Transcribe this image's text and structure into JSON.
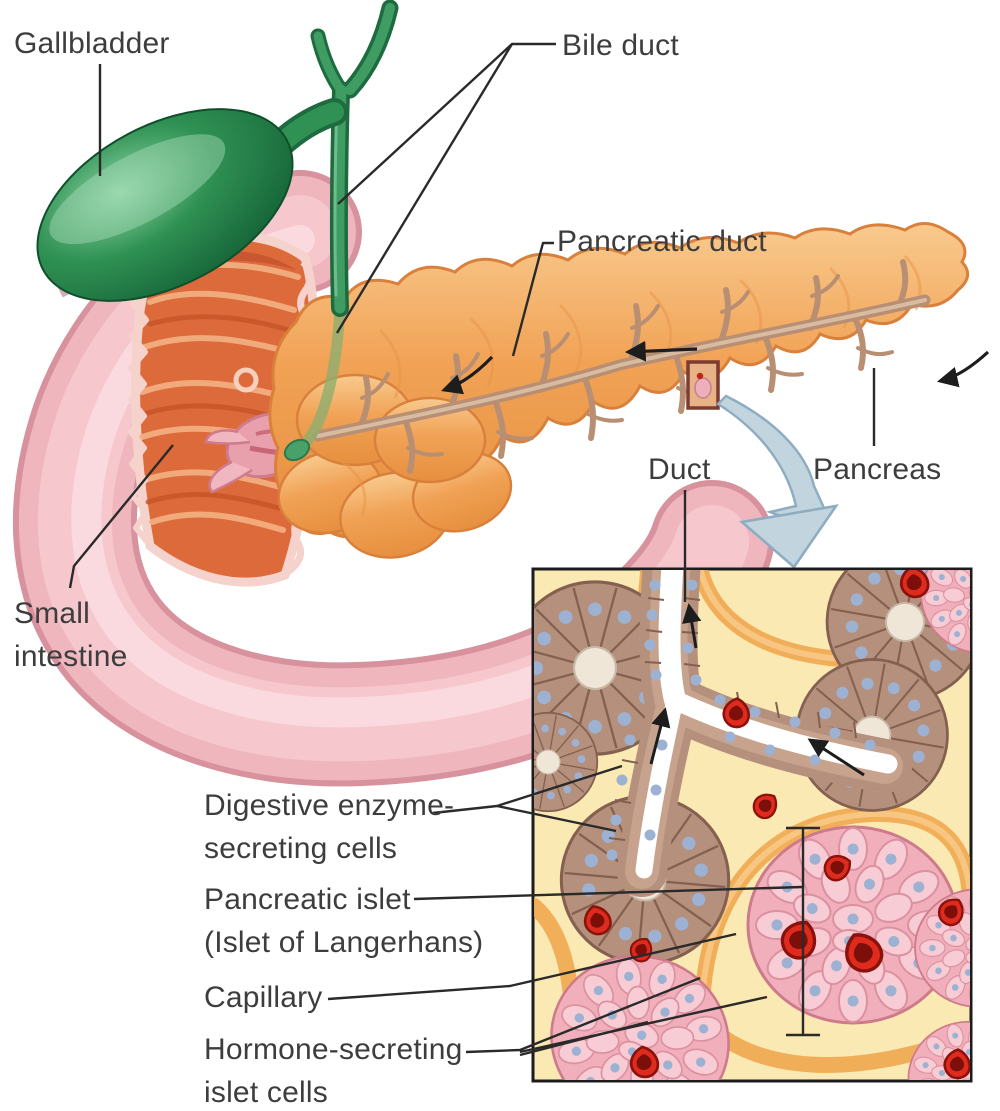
{
  "figure": {
    "title": "Pancreas, gallbladder and small intestine anatomy with microscopic inset",
    "labels": {
      "gallbladder": "Gallbladder",
      "bile_duct": "Bile duct",
      "pancreatic_duct": "Pancreatic duct",
      "small_intestine_line1": "Small",
      "small_intestine_line2": "intestine",
      "duct": "Duct",
      "pancreas": "Pancreas",
      "digestive_line1": "Digestive enzyme-",
      "digestive_line2": "secreting cells",
      "islet_line1": "Pancreatic islet",
      "islet_line2": "(Islet of Langerhans)",
      "capillary": "Capillary",
      "hormone_line1": "Hormone-secreting",
      "hormone_line2": "islet cells"
    },
    "colors": {
      "gallbladder_green": "#2f9153",
      "bile_duct_green": "#3f9d64",
      "pancreas_orange": "#f1a255",
      "pancreatic_duct_tan": "#b98f74",
      "intestine_pink": "#f0b6be",
      "mucosa_orange": "#dd6a3a",
      "inset_background": "#fbe9b4",
      "acinar_cell_brown": "#b5907c",
      "islet_cell_pink": "#f2afbc",
      "capillary_red": "#df2b1d",
      "nucleus_blue": "#9db2d2",
      "magnifier_arrow_blue": "#c2d5df",
      "label_text": "#3d3d3d",
      "leader_line": "#2a2a2a"
    }
  }
}
